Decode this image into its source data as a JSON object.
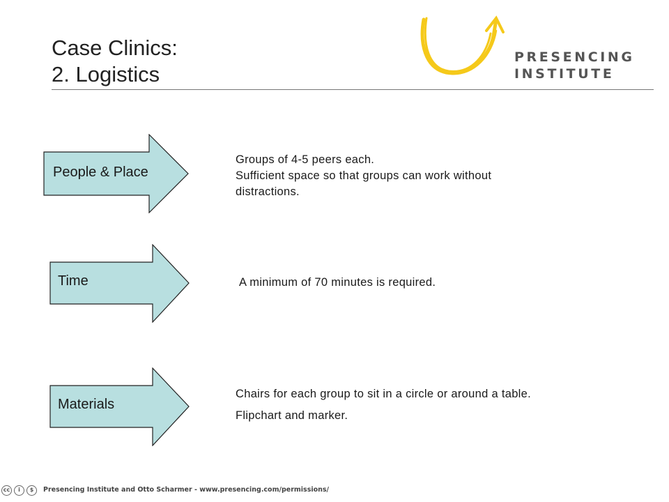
{
  "title": {
    "line1": "Case Clinics:",
    "line2": "2. Logistics"
  },
  "logo": {
    "line1": "PRESENCING",
    "line2": "INSTITUTE",
    "icon": "presencing-u-arrow-logo"
  },
  "colors": {
    "arrow_fill": "#b8dfe0",
    "arrow_stroke": "#222222",
    "logo_yellow": "#f5c91a",
    "logo_text": "#555555"
  },
  "rows": [
    {
      "label": "People & Place",
      "description": [
        "Groups of 4-5 peers each.",
        "Sufficient space so that groups can work without",
        "distractions."
      ]
    },
    {
      "label": "Time",
      "description": [
        "A minimum of 70 minutes is required."
      ]
    },
    {
      "label": "Materials",
      "description": [
        "Chairs for each group to sit in a circle or around a table.",
        "Flipchart and marker."
      ]
    }
  ],
  "footer": {
    "text": "Presencing Institute and Otto Scharmer - www.presencing.com/permissions/",
    "icons": [
      "cc-icon",
      "by-icon",
      "nc-icon"
    ]
  }
}
